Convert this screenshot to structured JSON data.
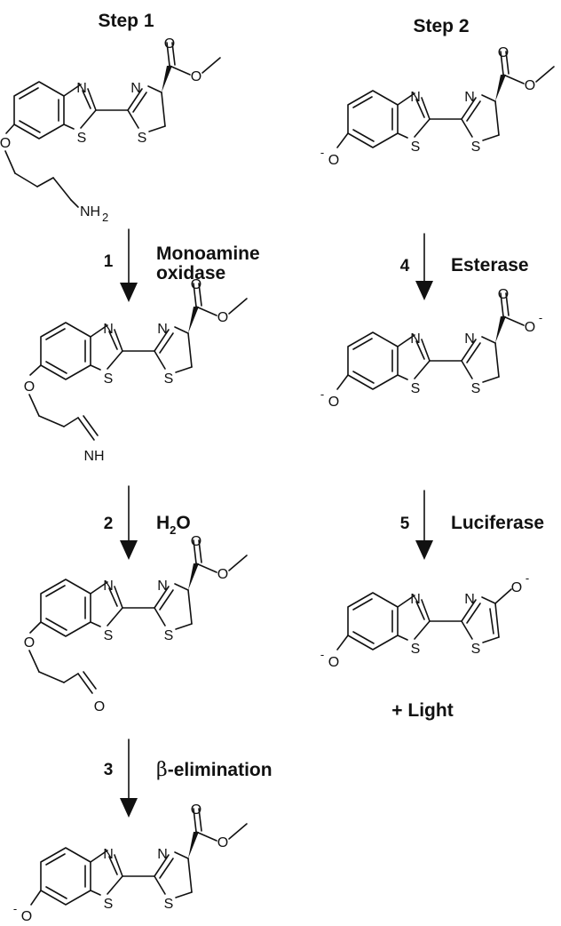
{
  "headings": {
    "step1": "Step 1",
    "step2": "Step 2"
  },
  "atoms": {
    "N": "N",
    "S": "S",
    "O": "O",
    "NH2": "NH",
    "NH2_sub": "2",
    "NH": "NH",
    "charge": "-"
  },
  "reactions": [
    {
      "number": "1",
      "label_line1": "Monoamine",
      "label_line2": "oxidase"
    },
    {
      "number": "2",
      "label_main": "H",
      "label_sub": "2",
      "label_tail": "O"
    },
    {
      "number": "3",
      "label_greek": "β",
      "label_rest": "-elimination"
    },
    {
      "number": "4",
      "label": "Esterase"
    },
    {
      "number": "5",
      "label": "Luciferase"
    }
  ],
  "product_note": "+ Light"
}
